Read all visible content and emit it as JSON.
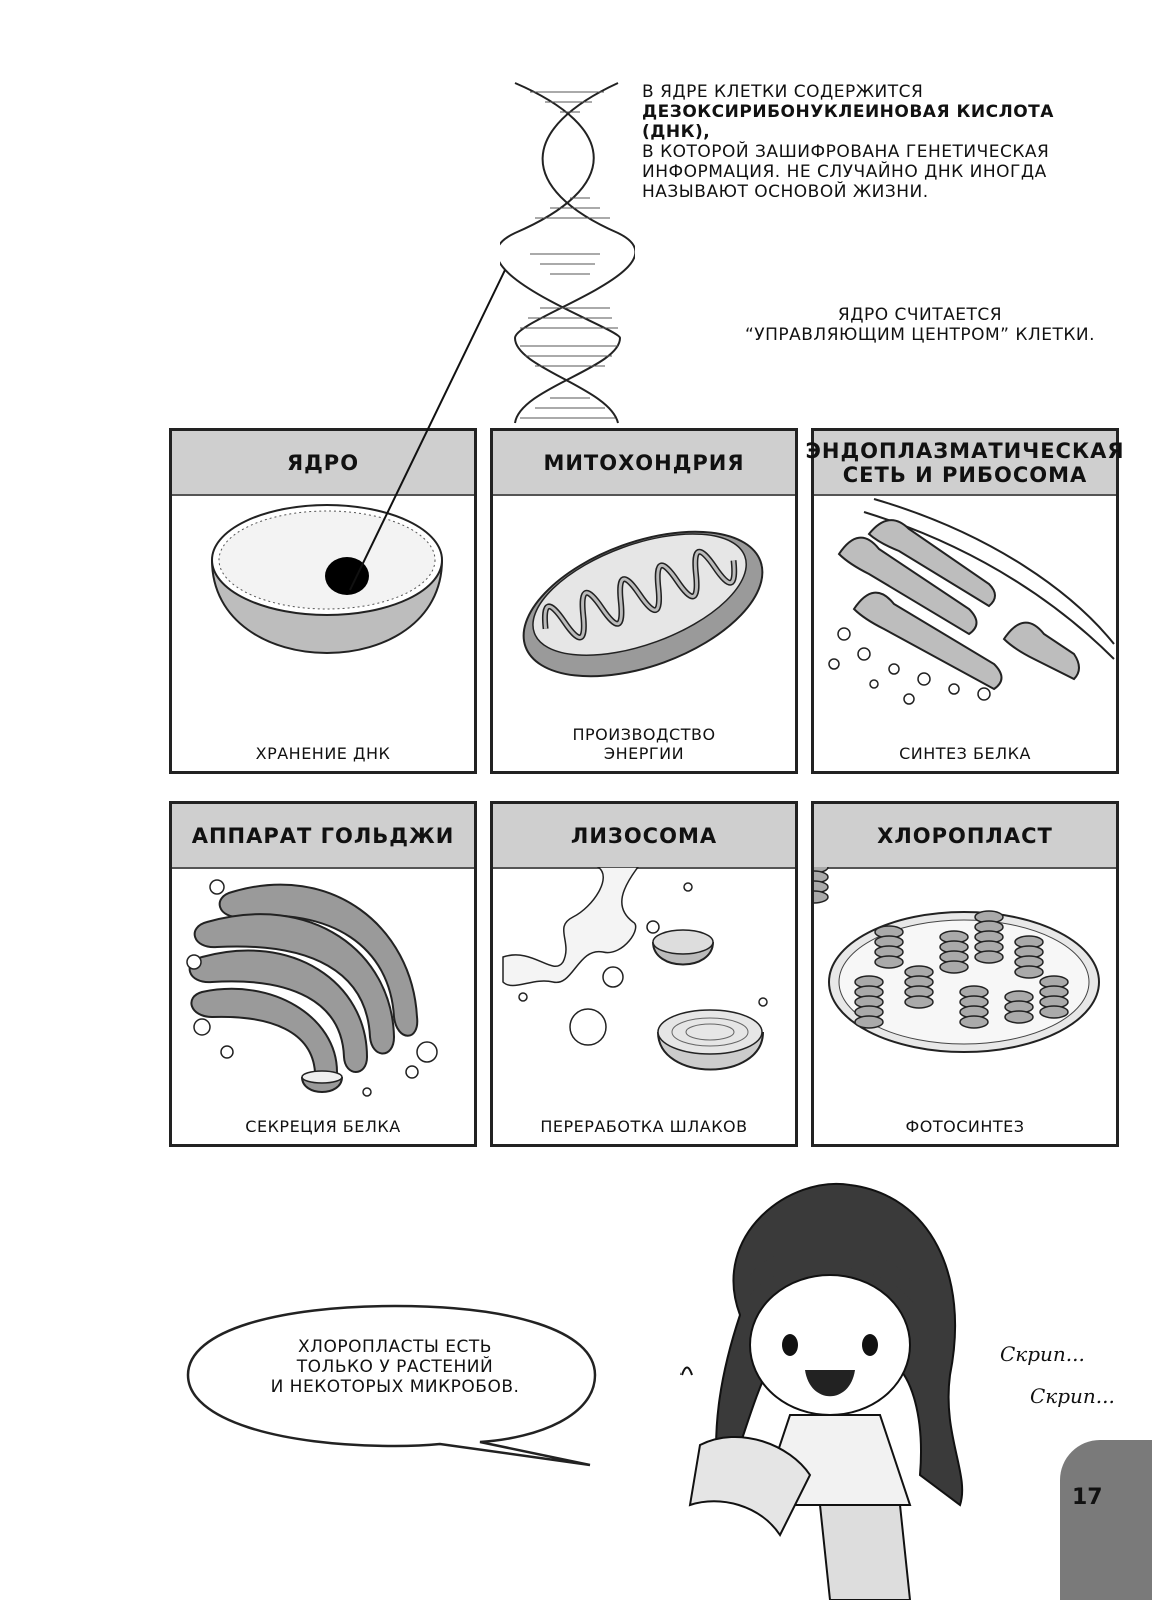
{
  "top_caption": {
    "line1": "В ЯДРЕ КЛЕТКИ СОДЕРЖИТСЯ",
    "line2": "ДЕЗОКСИРИБОНУКЛЕИНОВАЯ КИСЛОТА (ДНК),",
    "line3": "В КОТОРОЙ ЗАШИФРОВАНА ГЕНЕТИЧЕСКАЯ",
    "line4": "ИНФОРМАЦИЯ. НЕ СЛУЧАЙНО ДНК ИНОГДА",
    "line5": "НАЗЫВАЮТ ОСНОВОЙ ЖИЗНИ."
  },
  "mid_caption": {
    "line1": "ЯДРО СЧИТАЕТСЯ",
    "line2": "“УПРАВЛЯЮЩИМ ЦЕНТРОМ” КЛЕТКИ."
  },
  "panels": [
    {
      "title": "ЯДРО",
      "title2": "",
      "caption": "ХРАНЕНИЕ ДНК",
      "caption2": ""
    },
    {
      "title": "МИТОХОНДРИЯ",
      "title2": "",
      "caption": "ПРОИЗВОДСТВО",
      "caption2": "ЭНЕРГИИ"
    },
    {
      "title": "ЭНДОПЛАЗМАТИЧЕСКАЯ",
      "title2": "СЕТЬ И РИБОСОМА",
      "caption": "СИНТЕЗ БЕЛКА",
      "caption2": ""
    },
    {
      "title": "АППАРАТ ГОЛЬДЖИ",
      "title2": "",
      "caption": "СЕКРЕЦИЯ БЕЛКА",
      "caption2": ""
    },
    {
      "title": "ЛИЗОСОМА",
      "title2": "",
      "caption": "ПЕРЕРАБОТКА ШЛАКОВ",
      "caption2": ""
    },
    {
      "title": "ХЛОРОПЛАСТ",
      "title2": "",
      "caption": "ФОТОСИНТЕЗ",
      "caption2": ""
    }
  ],
  "speech_bubble": {
    "line1": "ХЛОРОПЛАСТЫ ЕСТЬ",
    "line2": "ТОЛЬКО У РАСТЕНИЙ",
    "line3": "И НЕКОТОРЫХ МИКРОБОВ."
  },
  "sfx": {
    "first": "Скрип...",
    "second": "Скрип..."
  },
  "page_number": "17",
  "colors": {
    "header_gray": "#cfcfcf",
    "page_tab": "#7a7a7a"
  }
}
